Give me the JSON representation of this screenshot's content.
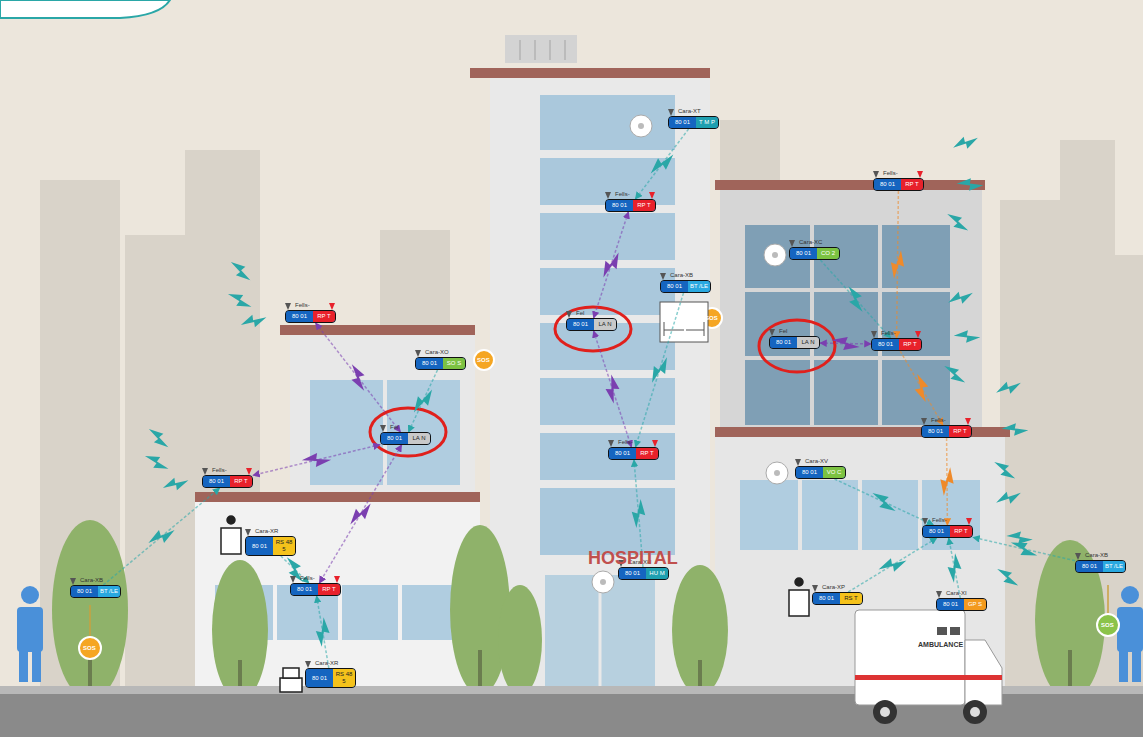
{
  "diagram": {
    "nodes": [
      {
        "text": [
          "Cara-XT",
          "80 01",
          "T M P"
        ]
      },
      {
        "text": [
          "Fells-",
          "80 01",
          "RP T"
        ]
      },
      {
        "text": [
          "Fells-",
          "80 01",
          "RP T"
        ]
      },
      {
        "text": [
          "Cara-XC",
          "80 01",
          "CO 2"
        ]
      },
      {
        "text": [
          "Cara-XB",
          "80 01",
          "BT /LE"
        ]
      },
      {
        "text": [
          "Fells-",
          "80 01",
          "RP T"
        ]
      },
      {
        "text": [
          "Fel",
          "80 01",
          "LA N"
        ]
      },
      {
        "text": [
          "Fel",
          "80 01",
          "LA N"
        ]
      },
      {
        "text": [
          "Fells-",
          "80 01",
          "RP T"
        ]
      },
      {
        "text": [
          "Cara-XO",
          "80 01",
          "SO S"
        ]
      },
      {
        "text": [
          "Fel",
          "80 01",
          "LA N"
        ]
      },
      {
        "text": [
          "Fells-",
          "80 01",
          "RP T"
        ]
      },
      {
        "text": [
          "Fells-",
          "80 01",
          "RP T"
        ]
      },
      {
        "text": [
          "Cara-XV",
          "80 01",
          "VO C"
        ]
      },
      {
        "text": [
          "Fells-",
          "80 01",
          "RP T"
        ]
      },
      {
        "text": [
          "Fells-",
          "80 01",
          "RP T"
        ]
      },
      {
        "text": [
          "Cara-XR",
          "80 01",
          "RS 48 5"
        ]
      },
      {
        "text": [
          "Cara-XH",
          "80 01",
          "HU M"
        ]
      },
      {
        "text": [
          "Cara-XB",
          "80 01",
          "BT /LE"
        ]
      },
      {
        "text": [
          "Fells-",
          "80 01",
          "RP T"
        ]
      },
      {
        "text": [
          "Cara-XB",
          "80 01",
          "BT /LE"
        ]
      },
      {
        "text": [
          "Cara-XP",
          "80 01",
          "RS T"
        ]
      },
      {
        "text": [
          "Cara-XI",
          "80 01",
          "GP S"
        ]
      },
      {
        "text": [
          "Cara-XR",
          "80 01",
          "RS 48 5"
        ]
      }
    ],
    "edges": [
      {
        "from": 0,
        "to": 2,
        "arrow": "to"
      },
      {
        "from": 2,
        "to": 6,
        "arrow": "both"
      },
      {
        "from": 6,
        "to": 12,
        "arrow": "both"
      },
      {
        "from": 5,
        "to": 10,
        "arrow": "both"
      },
      {
        "from": 10,
        "to": 14,
        "arrow": "both"
      },
      {
        "from": 10,
        "to": 19,
        "arrow": "both"
      },
      {
        "from": 7,
        "to": 8,
        "arrow": "both"
      },
      {
        "from": 1,
        "to": 8,
        "arrow": "to"
      },
      {
        "from": 8,
        "to": 11,
        "arrow": "to"
      },
      {
        "from": 11,
        "to": 15,
        "arrow": "to"
      },
      {
        "from": 4,
        "to": 12,
        "arrow": "to"
      },
      {
        "from": 17,
        "to": 12,
        "arrow": "to"
      },
      {
        "from": 3,
        "to": 8,
        "arrow": "to"
      },
      {
        "from": 13,
        "to": 15,
        "arrow": "to"
      },
      {
        "from": 21,
        "to": 15,
        "arrow": "to"
      },
      {
        "from": 22,
        "to": 15,
        "arrow": "to"
      },
      {
        "from": 18,
        "to": 15,
        "arrow": "to"
      },
      {
        "from": 9,
        "to": 10,
        "arrow": "to"
      },
      {
        "from": 16,
        "to": 19,
        "arrow": "to"
      },
      {
        "from": 23,
        "to": 19,
        "arrow": "to"
      },
      {
        "from": 20,
        "to": 14,
        "arrow": "to"
      }
    ],
    "labels": [
      "HOSPITAL",
      "AMBULANCE",
      "SOS",
      "SOS",
      "SOS",
      "SOS"
    ]
  }
}
